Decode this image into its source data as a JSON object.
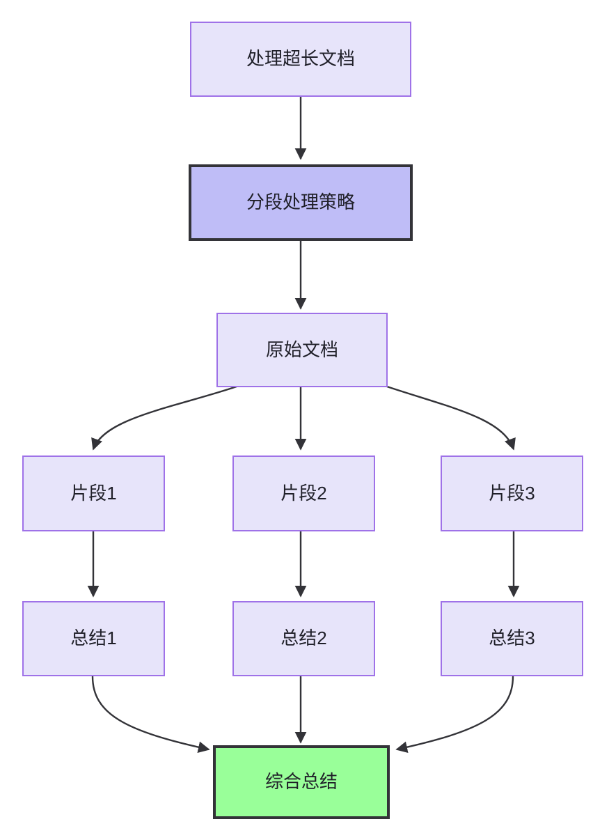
{
  "diagram": {
    "type": "flowchart",
    "direction": "top-to-bottom",
    "background_color": "#ffffff",
    "title_text": "",
    "palette": {
      "node_fill_default": "#e7e4fa",
      "node_border_default": "#9f72e8",
      "node_fill_highlight": "#bfbdf7",
      "node_fill_final": "#99ff99",
      "node_border_strong": "#333338",
      "edge_color": "#333338",
      "text_color": "#1f1f28"
    },
    "nodes": [
      {
        "id": "doc",
        "label": "处理超长文档",
        "style": "default"
      },
      {
        "id": "strategy",
        "label": "分段处理策略",
        "style": "strategy"
      },
      {
        "id": "source",
        "label": "原始文档",
        "style": "default"
      },
      {
        "id": "chunk1",
        "label": "片段1",
        "style": "default"
      },
      {
        "id": "chunk2",
        "label": "片段2",
        "style": "default"
      },
      {
        "id": "chunk3",
        "label": "片段3",
        "style": "default"
      },
      {
        "id": "sum1",
        "label": "总结1",
        "style": "default"
      },
      {
        "id": "sum2",
        "label": "总结2",
        "style": "default"
      },
      {
        "id": "sum3",
        "label": "总结3",
        "style": "default"
      },
      {
        "id": "final",
        "label": "综合总结",
        "style": "final"
      }
    ],
    "edges": [
      {
        "from": "doc",
        "to": "strategy",
        "label": ""
      },
      {
        "from": "strategy",
        "to": "source",
        "label": ""
      },
      {
        "from": "source",
        "to": "chunk1",
        "label": ""
      },
      {
        "from": "source",
        "to": "chunk2",
        "label": ""
      },
      {
        "from": "source",
        "to": "chunk3",
        "label": ""
      },
      {
        "from": "chunk1",
        "to": "sum1",
        "label": ""
      },
      {
        "from": "chunk2",
        "to": "sum2",
        "label": ""
      },
      {
        "from": "chunk3",
        "to": "sum3",
        "label": ""
      },
      {
        "from": "sum1",
        "to": "final",
        "label": ""
      },
      {
        "from": "sum2",
        "to": "final",
        "label": ""
      },
      {
        "from": "sum3",
        "to": "final",
        "label": ""
      }
    ]
  }
}
